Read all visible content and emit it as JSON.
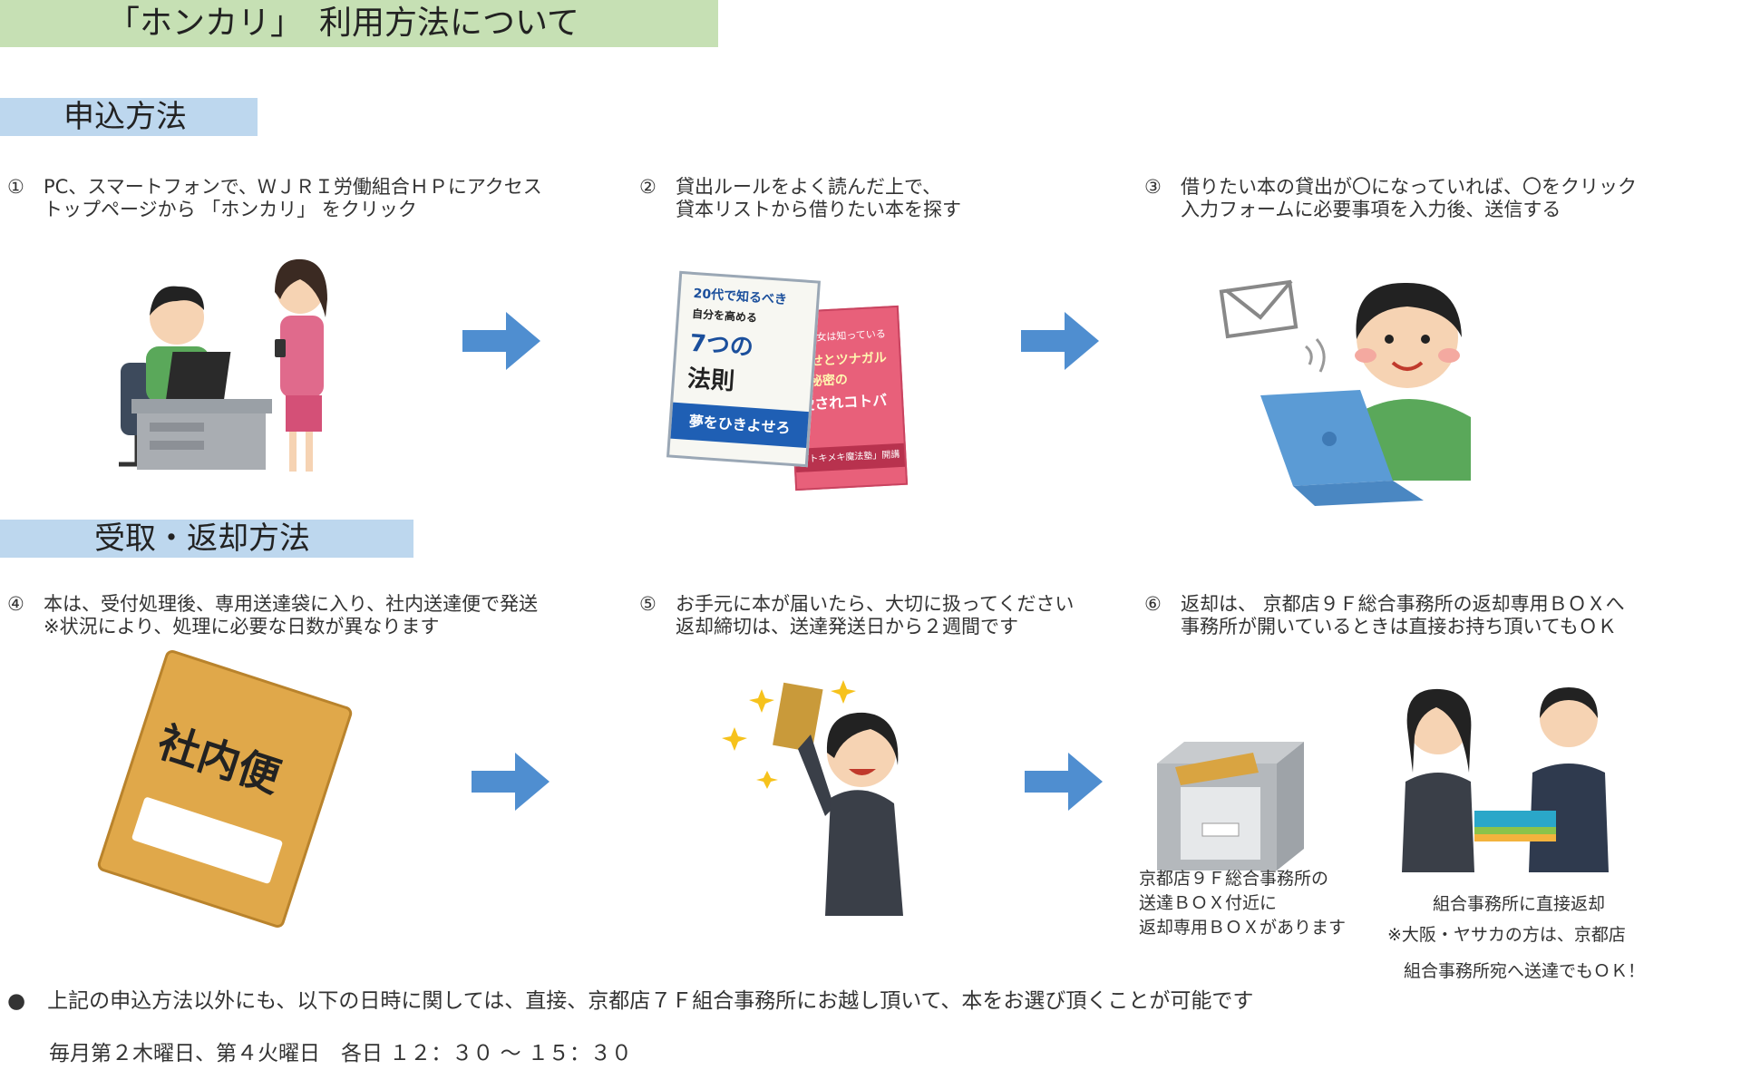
{
  "title": "「ホンカリ」　利用方法について",
  "section1": {
    "label": "申込方法"
  },
  "section2": {
    "label": "受取・返却方法"
  },
  "steps": [
    {
      "num": "①",
      "line1": "PC、スマートフォンで、ＷＪＲＩ労働組合ＨＰにアクセス",
      "line2": "トップページから 「ホンカリ」 をクリック"
    },
    {
      "num": "②",
      "line1": "貸出ルールをよく読んだ上で、",
      "line2": "貸本リストから借りたい本を探す"
    },
    {
      "num": "③",
      "line1": "借りたい本の貸出が〇になっていれば、〇をクリック",
      "line2": "入力フォームに必要事項を入力後、送信する"
    },
    {
      "num": "④",
      "line1": "本は、受付処理後、専用送達袋に入り、社内送達便で発送",
      "line2": "※状況により、処理に必要な日数が異なります"
    },
    {
      "num": "⑤",
      "line1": "お手元に本が届いたら、大切に扱ってください",
      "line2": "返却締切は、送達発送日から２週間です"
    },
    {
      "num": "⑥",
      "line1": "返却は、 京都店９Ｆ総合事務所の返却専用ＢＯＸへ",
      "line2": "事務所が開いているときは直接お持ち頂いてもＯＫ"
    }
  ],
  "book1": {
    "top": "20代で知るべき",
    "sub": "自分を高める",
    "big": "7つの",
    "big2": "法則",
    "band": "夢をひきよせろ"
  },
  "book2": {
    "top": "賢い女は知っている",
    "main1": "幸せとツナガル",
    "main2": "秘密の",
    "main3": "愛されコトバ",
    "band": "「トキメキ魔法塾」開講"
  },
  "envelope_label": "社内便",
  "box_caption": [
    "京都店９Ｆ総合事務所の",
    "送達ＢＯＸ付近に",
    "返却専用ＢＯＸがあります"
  ],
  "handover_caption": [
    "組合事務所に直接返却",
    "※大阪・ヤサカの方は、京都店",
    "組合事務所宛へ送達でもＯＫ！"
  ],
  "bullet": {
    "symbol": "●",
    "text": "上記の申込方法以外にも、以下の日時に関しては、直接、京都店７Ｆ組合事務所にお越し頂いて、本をお選び頂くことが可能です"
  },
  "schedule": "毎月第２木曜日、第４火曜日　各日 １２：３０ ～ １５：３０",
  "colors": {
    "title_bg": "#c6e0b4",
    "section_bg": "#bdd7ee",
    "arrow": "#4f8ed0",
    "envelope": "#e0a84a",
    "laptop": "#5b9bd5"
  }
}
